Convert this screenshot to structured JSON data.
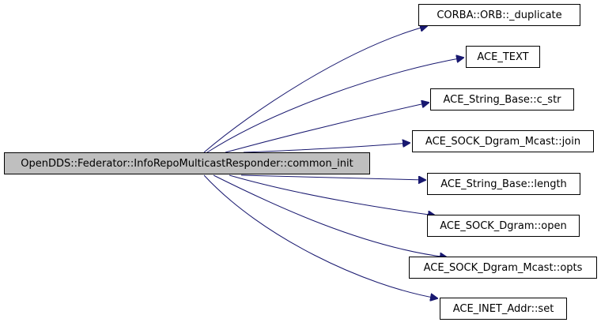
{
  "colors": {
    "edge": "#191970",
    "root_fill": "#bfbfbf",
    "node_fill": "#ffffff",
    "border": "#000000"
  },
  "root": {
    "label": "OpenDDS::Federator::InfoRepoMulticastResponder::common_init"
  },
  "callees": [
    {
      "label": "CORBA::ORB::_duplicate"
    },
    {
      "label": "ACE_TEXT"
    },
    {
      "label": "ACE_String_Base::c_str"
    },
    {
      "label": "ACE_SOCK_Dgram_Mcast::join"
    },
    {
      "label": "ACE_String_Base::length"
    },
    {
      "label": "ACE_SOCK_Dgram::open"
    },
    {
      "label": "ACE_SOCK_Dgram_Mcast::opts"
    },
    {
      "label": "ACE_INET_Addr::set"
    }
  ]
}
